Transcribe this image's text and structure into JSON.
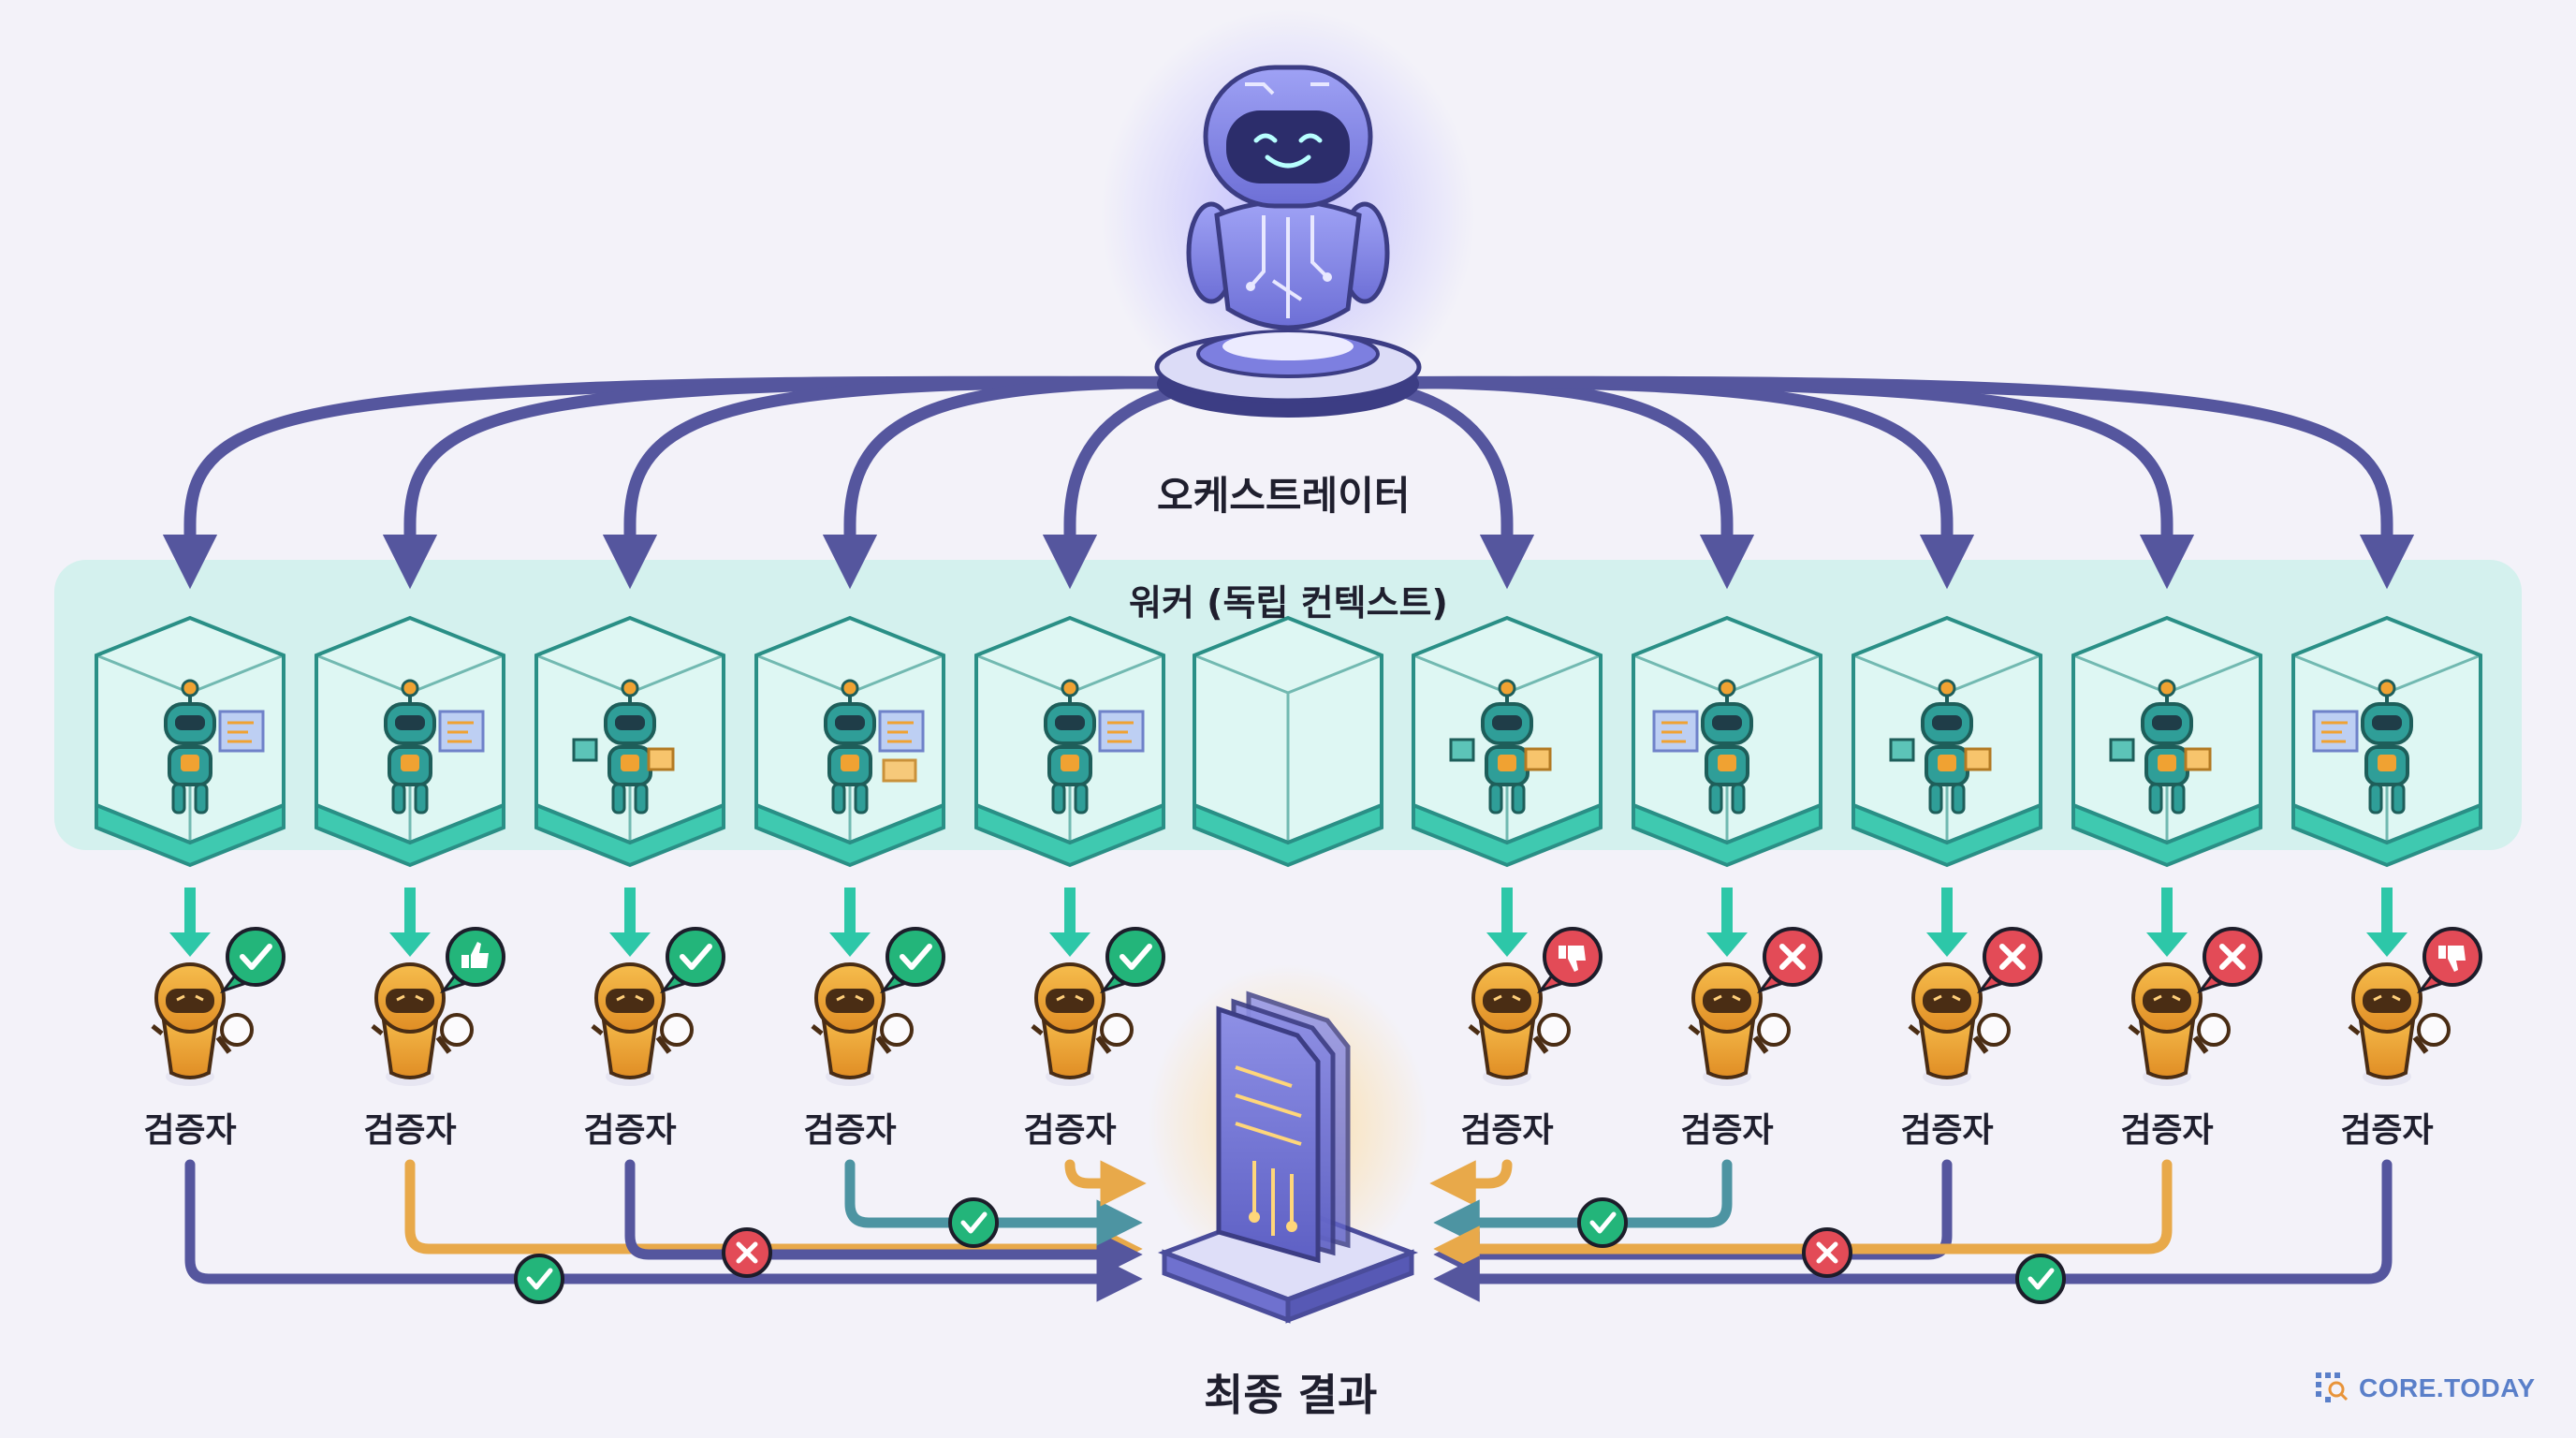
{
  "orchestrator": {
    "label": "오케스트레이터"
  },
  "workers": {
    "label": "워커 (독립 컨텍스트)",
    "boxes": [
      {
        "occupied": true,
        "pose": "screen-right"
      },
      {
        "occupied": true,
        "pose": "point-screen"
      },
      {
        "occupied": true,
        "pose": "hold-box"
      },
      {
        "occupied": true,
        "pose": "screens-around"
      },
      {
        "occupied": true,
        "pose": "screen-right"
      },
      {
        "occupied": false,
        "pose": "empty"
      },
      {
        "occupied": true,
        "pose": "hold-box"
      },
      {
        "occupied": true,
        "pose": "screen-left"
      },
      {
        "occupied": true,
        "pose": "hold-box"
      },
      {
        "occupied": true,
        "pose": "hold-box"
      },
      {
        "occupied": true,
        "pose": "screen-left"
      }
    ]
  },
  "verifiers": [
    {
      "label": "검증자",
      "verdict": "check"
    },
    {
      "label": "검증자",
      "verdict": "thumbs-up"
    },
    {
      "label": "검증자",
      "verdict": "check"
    },
    {
      "label": "검증자",
      "verdict": "check"
    },
    {
      "label": "검증자",
      "verdict": "check"
    },
    {
      "label": "검증자",
      "verdict": "thumbs-down"
    },
    {
      "label": "검증자",
      "verdict": "cross"
    },
    {
      "label": "검증자",
      "verdict": "cross"
    },
    {
      "label": "검증자",
      "verdict": "cross"
    },
    {
      "label": "검증자",
      "verdict": "thumbs-down"
    }
  ],
  "final_result": {
    "label": "최종 결과"
  },
  "brand": {
    "logo_text": "CORE.TODAY"
  },
  "colors": {
    "orchestrator_arrow": "#55569e",
    "worker_arrow": "#2dc7a8",
    "path_navy": "#55569e",
    "path_gold": "#e8a94a",
    "path_teal": "#4d94a2",
    "check": "#23b57a",
    "cross": "#e34b57",
    "worker_band": "#c9f0ea",
    "robot_teal": "#2f9e98",
    "robot_orange": "#f0a232"
  }
}
